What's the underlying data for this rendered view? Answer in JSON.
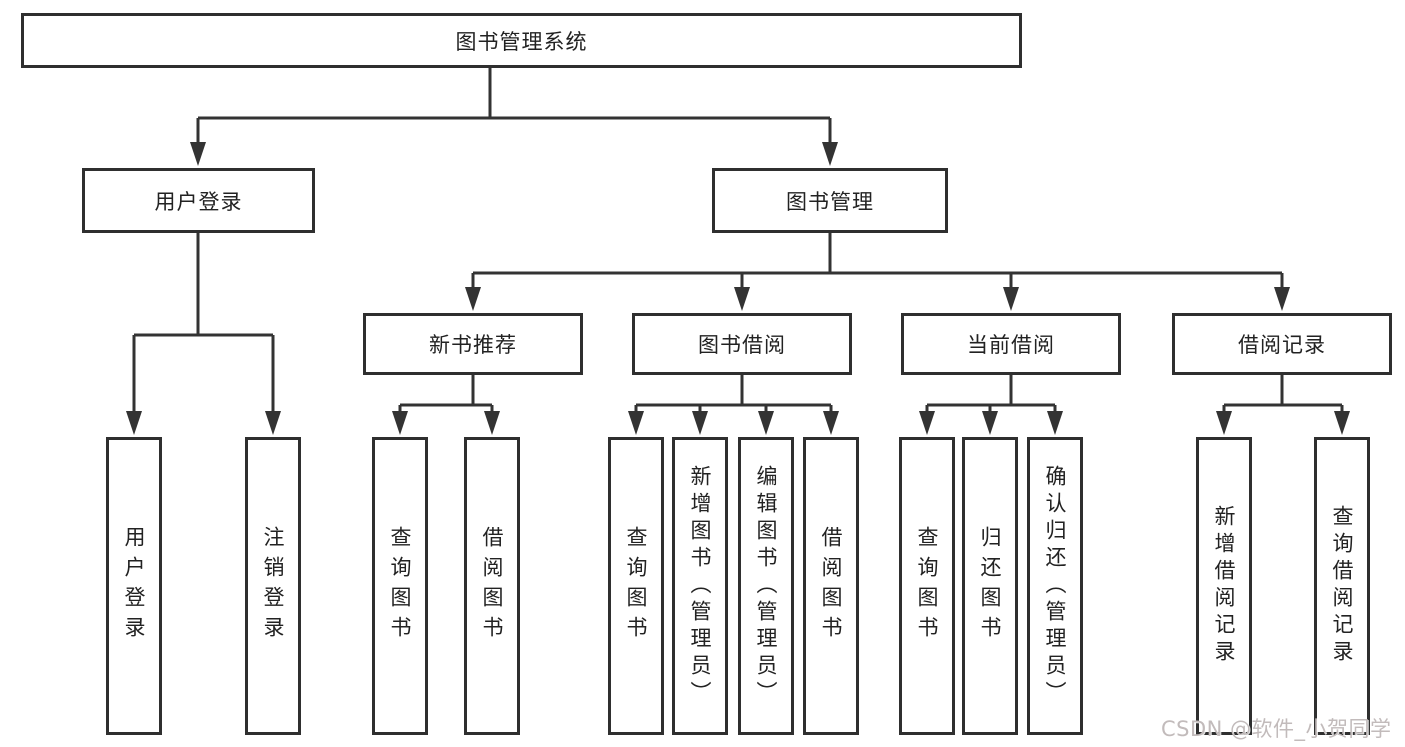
{
  "tree": {
    "root": {
      "label": "图书管理系统"
    },
    "level2": [
      {
        "label": "用户登录"
      },
      {
        "label": "图书管理"
      }
    ],
    "level3": [
      {
        "label": "新书推荐",
        "parent": "图书管理"
      },
      {
        "label": "图书借阅",
        "parent": "图书管理"
      },
      {
        "label": "当前借阅",
        "parent": "图书管理"
      },
      {
        "label": "借阅记录",
        "parent": "图书管理"
      }
    ],
    "leaves": [
      {
        "label": "用户登录",
        "parent": "用户登录"
      },
      {
        "label": "注销登录",
        "parent": "用户登录"
      },
      {
        "label": "查询图书",
        "parent": "新书推荐"
      },
      {
        "label": "借阅图书",
        "parent": "新书推荐"
      },
      {
        "label": "查询图书",
        "parent": "图书借阅"
      },
      {
        "label": "新增图书（管理员）",
        "parent": "图书借阅"
      },
      {
        "label": "编辑图书（管理员）",
        "parent": "图书借阅"
      },
      {
        "label": "借阅图书",
        "parent": "图书借阅"
      },
      {
        "label": "查询图书",
        "parent": "当前借阅"
      },
      {
        "label": "归还图书",
        "parent": "当前借阅"
      },
      {
        "label": "确认归还（管理员）",
        "parent": "当前借阅"
      },
      {
        "label": "新增借阅记录",
        "parent": "借阅记录"
      },
      {
        "label": "查询借阅记录",
        "parent": "借阅记录"
      }
    ]
  },
  "watermark": {
    "text": "CSDN @软件_小贺同学"
  },
  "colors": {
    "line": "#333333",
    "box_border": "#2f2f2f",
    "text": "#222222",
    "background": "#ffffff",
    "watermark": "#c2bbbb"
  }
}
